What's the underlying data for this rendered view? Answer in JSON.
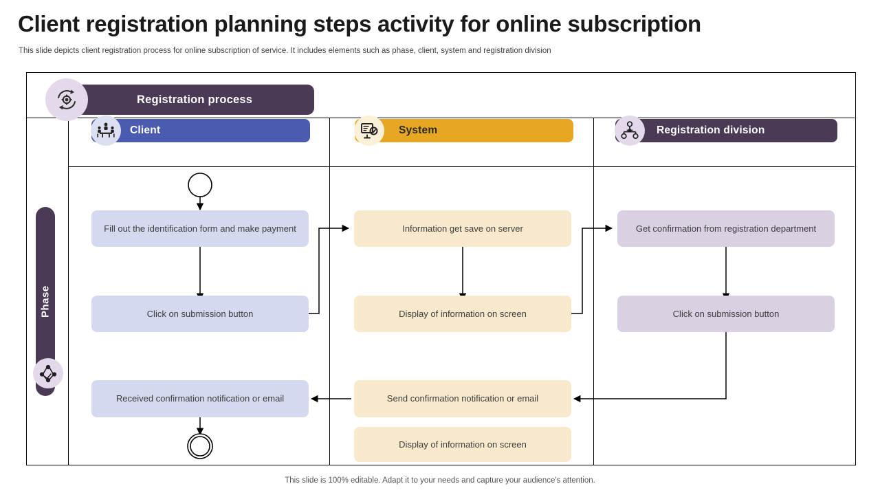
{
  "slide": {
    "title": "Client registration planning steps activity for online subscription",
    "subtitle": "This slide depicts client registration process for online subscription of service. It includes elements such as phase, client, system and registration division",
    "footer": "This slide is 100% editable. Adapt it to your needs and capture your audience's attention."
  },
  "diagram": {
    "header": {
      "label": "Registration process",
      "icon": "gear-cycle-icon",
      "bar_color": "#4b3a55",
      "badge_color": "#e3d9eb"
    },
    "phase": {
      "label": "Phase",
      "icon": "network-cycle-icon",
      "bar_color": "#4b3a55",
      "badge_color": "#e3d9eb"
    },
    "lanes": [
      {
        "key": "client",
        "label": "Client",
        "icon": "meeting-people-icon",
        "bar_color": "#4a5bb0",
        "text_color": "#ffffff",
        "badge_color": "#dcdff1",
        "node_color": "#d4d9ef"
      },
      {
        "key": "system",
        "label": "System",
        "icon": "monitor-checklist-icon",
        "bar_color": "#e8a722",
        "text_color": "#2a2a2a",
        "badge_color": "#fbf0d8",
        "node_color": "#f8e9cd"
      },
      {
        "key": "regdiv",
        "label": "Registration division",
        "icon": "org-chart-icon",
        "bar_color": "#4b3a55",
        "text_color": "#ffffff",
        "badge_color": "#e3d9eb",
        "node_color": "#d9d0e2"
      }
    ],
    "nodes": {
      "client": [
        {
          "id": "client-1",
          "text": "Fill out the identification form and make payment"
        },
        {
          "id": "client-2",
          "text": "Click on submission button"
        },
        {
          "id": "client-3",
          "text": "Received confirmation notification or email"
        }
      ],
      "system": [
        {
          "id": "system-1",
          "text": "Information get save on server"
        },
        {
          "id": "system-2",
          "text": "Display of information on screen"
        },
        {
          "id": "system-3",
          "text": "Send confirmation notification or email"
        },
        {
          "id": "system-4",
          "text": "Display of information on screen"
        }
      ],
      "regdiv": [
        {
          "id": "regdiv-1",
          "text": "Get confirmation from registration department"
        },
        {
          "id": "regdiv-2",
          "text": "Click on submission button"
        }
      ]
    },
    "markers": {
      "start": "start-node-circle",
      "end": "end-node-double-circle"
    }
  }
}
